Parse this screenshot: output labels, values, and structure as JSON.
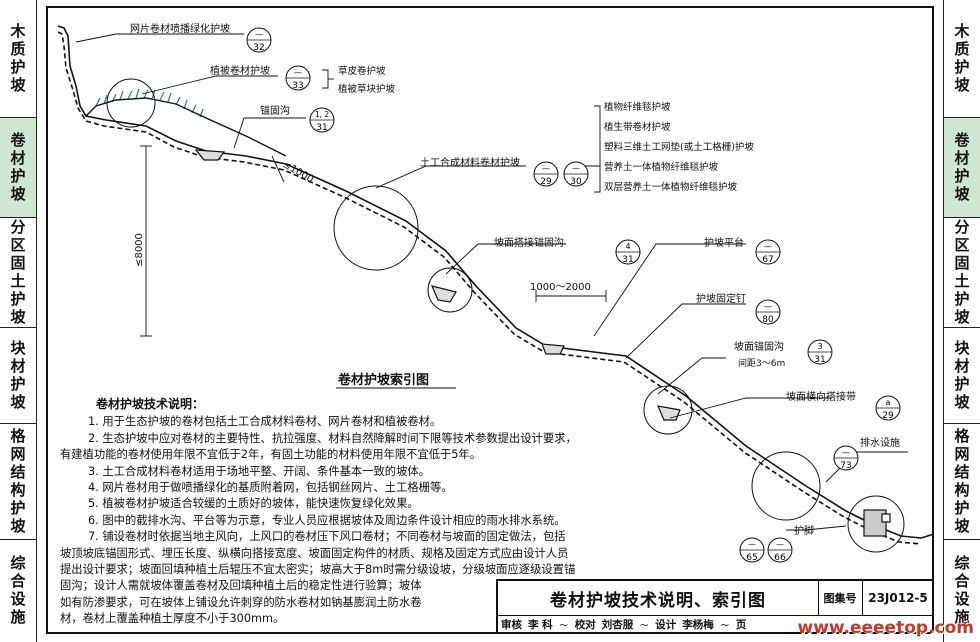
{
  "sidebar": {
    "tabs": [
      {
        "label": "木质护坡"
      },
      {
        "label": "卷材护坡"
      },
      {
        "label": "分区固土护坡"
      },
      {
        "label": "块材护坡"
      },
      {
        "label": "格网结构护坡"
      },
      {
        "label": "综合设施"
      }
    ]
  },
  "drawing": {
    "title": "卷材护坡索引图",
    "callouts": [
      {
        "label": "网片卷材喷播绿化护坡",
        "top": "—",
        "bottom": "32"
      },
      {
        "label": "植被卷材护坡",
        "top": "—",
        "bottom": "33"
      },
      {
        "label": "锚固沟",
        "top": "1, 2",
        "bottom": "31"
      },
      {
        "label": "土工合成材料卷材护坡",
        "top": "—",
        "bottom": "29"
      },
      {
        "label": "",
        "top": "—",
        "bottom": "30"
      },
      {
        "label": "坡面搭接锚固沟",
        "top": "4",
        "bottom": "31"
      },
      {
        "label": "护坡平台",
        "top": "—",
        "bottom": "67"
      },
      {
        "label": "护坡固定钉",
        "top": "—",
        "bottom": "80"
      },
      {
        "label": "坡面锚固沟",
        "top": "3",
        "bottom": "31"
      },
      {
        "label": "坡面横向搭接带",
        "top": "a",
        "bottom": "29"
      },
      {
        "label": "排水设施",
        "top": "—",
        "bottom": "73"
      },
      {
        "label": "护脚",
        "top": "—",
        "bottom": "65"
      },
      {
        "label": "",
        "top": "—",
        "bottom": "66"
      }
    ],
    "sub_33": [
      "草皮卷护坡",
      "植被草块护坡"
    ],
    "sub_29": [
      "植物纤维毯护坡",
      "植生带卷材护坡",
      "塑料三维土工网垫(或土工格栅)护坡",
      "营养土一体植物纤维毯护坡",
      "双层营养土一体植物纤维毯护坡"
    ],
    "anchor_spacing": "间距3～6m",
    "dim_1000": "≤1000",
    "dim_8000": "≤8000",
    "dim_platform": "1000～2000"
  },
  "notes": {
    "title": "卷材护坡技术说明：",
    "items": [
      "1. 用于生态护坡的卷材包括土工合成材料卷材、网片卷材和植被卷材。",
      "2. 生态护坡中应对卷材的主要特性、抗拉强度、材料自然降解时间下限等技术参数提出设计要求，",
      "有建植功能的卷材使用年限不宜低于2年，有固土功能的材料使用年限不宜低于5年。",
      "3. 土工合成材料卷材适用于场地平整、开阔、条件基本一致的坡体。",
      "4. 网片卷材用于做喷播绿化的基质附着网，包括钢丝网片、土工格栅等。",
      "5. 植被卷材护坡适合较缓的土质好的坡体，能快速恢复绿化效果。",
      "6. 图中的截排水沟、平台等为示意，专业人员应根据坡体及周边条件设计相应的雨水排水系统。",
      "7. 铺设卷材时依据当地主风向，上风口的卷材压下风口卷材；不同卷材与坡面的固定做法，包括",
      "坡顶坡底锚固形式、埋压长度、纵横向搭接宽度、坡面固定构件的材质、规格及固定方式应由设计人员",
      "提出设计要求；坡面回填种植土后辊压不宜太密实；坡高大于8m时需分级设坡，分级坡面应逐级设置锚",
      "固沟；设计人需就坡体覆盖卷材及回填种植土后的稳定性进行验算；坡体",
      "如有防渗要求，可在坡体上铺设允许刺穿的防水卷材如钠基膨润土防水卷",
      "材，卷材上覆盖种植土厚度不小于300mm。"
    ]
  },
  "titleblock": {
    "title": "卷材护坡技术说明、索引图",
    "atlas_label": "图集号",
    "atlas_no": "23J012-5",
    "review_label": "审核",
    "review_name": "李 科",
    "check_label": "校对",
    "check_name": "刘杏服",
    "design_label": "设计",
    "design_name": "李杨梅",
    "page_label": "页"
  },
  "watermark": "www.eeeetop.com",
  "colors": {
    "active_tab": "#cfe6d2",
    "line": "#111111",
    "grass": "#3a6fb0"
  }
}
